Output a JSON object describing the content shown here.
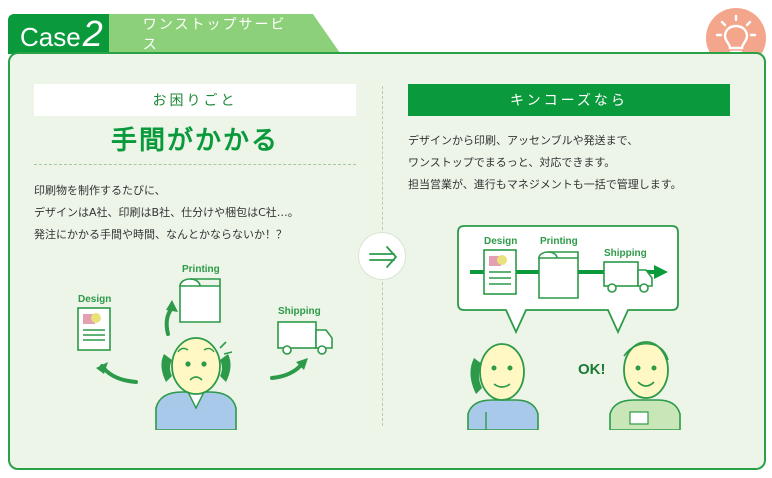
{
  "header": {
    "case_word": "Case",
    "case_number": "2",
    "title": "ワンストップサービス"
  },
  "problem": {
    "label": "お困りごと",
    "title": "手間がかかる",
    "lines": [
      "印刷物を制作するたびに、",
      "デザインはA社、印刷はB社、仕分けや梱包はC社…。",
      "発注にかかる手間や時間、なんとかならないか！？"
    ]
  },
  "solution": {
    "label": "キンコーズなら",
    "lines": [
      "デザインから印刷、アッセンブルや発送まで、",
      "ワンストップでまるっと、対応できます。",
      "担当営業が、進行もマネジメントも一括で管理します。"
    ]
  },
  "illustration": {
    "design_label": "Design",
    "printing_label": "Printing",
    "shipping_label": "Shipping",
    "ok_label": "OK!"
  },
  "colors": {
    "brand_green": "#0a9a3c",
    "light_green": "#8cd17a",
    "panel_bg": "#edf5e9",
    "bulb_bg": "#f3a68c"
  },
  "icons": [
    "lightbulb-icon",
    "arrow-right-icon",
    "truck-icon",
    "paper-roll-icon",
    "document-icon",
    "phone-icon"
  ]
}
